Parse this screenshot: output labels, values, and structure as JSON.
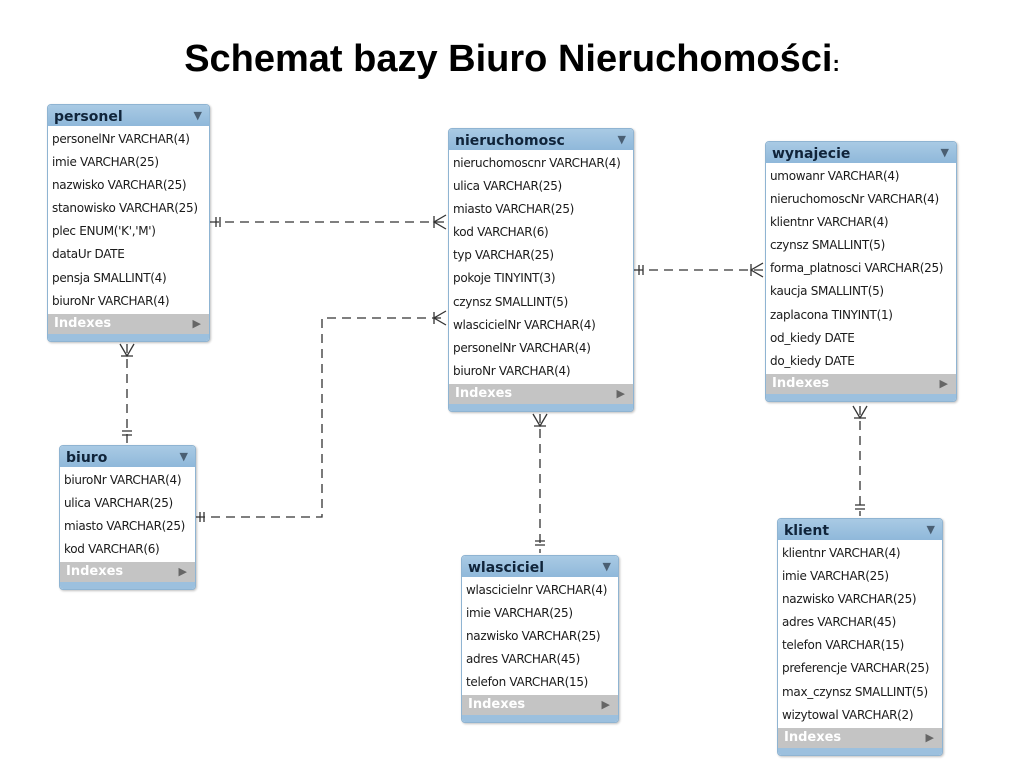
{
  "title": "Schemat bazy Biuro Nieruchomości",
  "title_colon": ":",
  "indexes_label": "Indexes",
  "entities": {
    "personel": {
      "name": "personel",
      "columns": [
        "personelNr VARCHAR(4)",
        "imie VARCHAR(25)",
        "nazwisko VARCHAR(25)",
        "stanowisko VARCHAR(25)",
        "plec ENUM('K','M')",
        "dataUr DATE",
        "pensja SMALLINT(4)",
        "biuroNr VARCHAR(4)"
      ]
    },
    "nieruchomosc": {
      "name": "nieruchomosc",
      "columns": [
        "nieruchomoscnr VARCHAR(4)",
        "ulica VARCHAR(25)",
        "miasto VARCHAR(25)",
        "kod VARCHAR(6)",
        "typ VARCHAR(25)",
        "pokoje TINYINT(3)",
        "czynsz SMALLINT(5)",
        "wlascicielNr VARCHAR(4)",
        "personelNr VARCHAR(4)",
        "biuroNr VARCHAR(4)"
      ]
    },
    "wynajecie": {
      "name": "wynajecie",
      "columns": [
        "umowanr VARCHAR(4)",
        "nieruchomoscNr VARCHAR(4)",
        "klientnr VARCHAR(4)",
        "czynsz SMALLINT(5)",
        "forma_platnosci VARCHAR(25)",
        "kaucja SMALLINT(5)",
        "zaplacona TINYINT(1)",
        "od_kiedy DATE",
        "do_kiedy DATE"
      ]
    },
    "biuro": {
      "name": "biuro",
      "columns": [
        "biuroNr VARCHAR(4)",
        "ulica VARCHAR(25)",
        "miasto VARCHAR(25)",
        "kod VARCHAR(6)"
      ]
    },
    "wlasciciel": {
      "name": "wlasciciel",
      "columns": [
        "wlascicielnr VARCHAR(4)",
        "imie VARCHAR(25)",
        "nazwisko VARCHAR(25)",
        "adres VARCHAR(45)",
        "telefon VARCHAR(15)"
      ]
    },
    "klient": {
      "name": "klient",
      "columns": [
        "klientnr VARCHAR(4)",
        "imie VARCHAR(25)",
        "nazwisko VARCHAR(25)",
        "adres VARCHAR(45)",
        "telefon VARCHAR(15)",
        "preferencje VARCHAR(25)",
        "max_czynsz SMALLINT(5)",
        "wizytowal VARCHAR(2)"
      ]
    }
  },
  "relationships": [
    {
      "from": "personel",
      "to": "nieruchomosc"
    },
    {
      "from": "biuro",
      "to": "nieruchomosc"
    },
    {
      "from": "biuro",
      "to": "personel"
    },
    {
      "from": "wlasciciel",
      "to": "nieruchomosc"
    },
    {
      "from": "nieruchomosc",
      "to": "wynajecie"
    },
    {
      "from": "klient",
      "to": "wynajecie"
    }
  ],
  "colors": {
    "header": "#9cc0de",
    "indexes_bar": "#c4c4c4",
    "connector": "#333333"
  }
}
